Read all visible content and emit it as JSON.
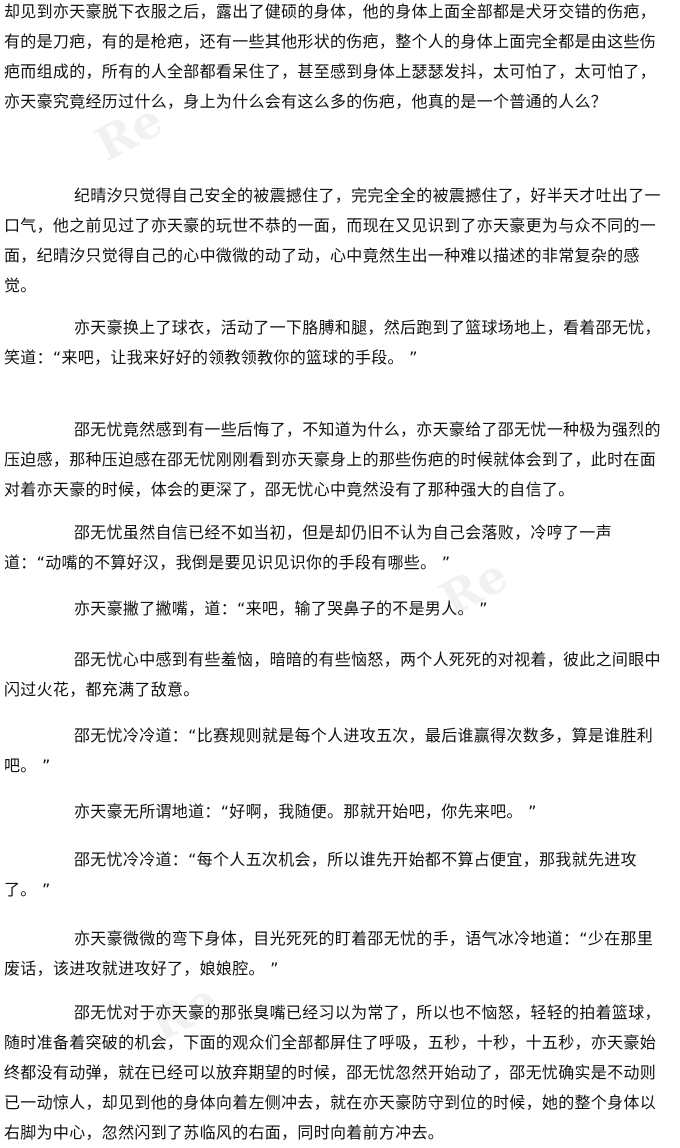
{
  "paragraphs": [
    "却见到亦天豪脱下衣服之后，露出了健硕的身体，他的身体上面全部都是犬牙交错的伤疤，有的是刀疤，有的是枪疤，还有一些其他形状的伤疤，整个人的身体上面完全都是由这些伤疤而组成的，所有的人全部都看呆住了，甚至感到身体上瑟瑟发抖，太可怕了，太可怕了，亦天豪究竟经历过什么，身上为什么会有这么多的伤疤，他真的是一个普通的人么？",
    "纪晴汐只觉得自己安全的被震撼住了，完完全全的被震撼住了，好半天才吐出了一口气，他之前见过了亦天豪的玩世不恭的一面，而现在又见识到了亦天豪更为与众不同的一面，纪晴汐只觉得自己的心中微微的动了动，心中竟然生出一种难以描述的非常复杂的感觉。",
    "亦天豪换上了球衣，活动了一下胳膊和腿，然后跑到了篮球场地上，看着邵无忧，笑道：“来吧，让我来好好的领教领教你的篮球的手段。 ”",
    "邵无忧竟然感到有一些后悔了，不知道为什么，亦天豪给了邵无忧一种极为强烈的压迫感，那种压迫感在邵无忧刚刚看到亦天豪身上的那些伤疤的时候就体会到了，此时在面对着亦天豪的时候，体会的更深了，邵无忧心中竟然没有了那种强大的自信了。",
    "邵无忧虽然自信已经不如当初，但是却仍旧不认为自己会落败，冷哼了一声道：“动嘴的不算好汉，我倒是要见识见识你的手段有哪些。 ”",
    "亦天豪撇了撇嘴，道：“来吧，输了哭鼻子的不是男人。 ”",
    "邵无忧心中感到有些羞恼，暗暗的有些恼怒，两个人死死的对视着，彼此之间眼中闪过火花，都充满了敌意。",
    "邵无忧冷冷道：“比赛规则就是每个人进攻五次，最后谁赢得次数多，算是谁胜利吧。 ”",
    "亦天豪无所谓地道：“好啊，我随便。那就开始吧，你先来吧。 ”",
    "邵无忧冷冷道：“每个人五次机会，所以谁先开始都不算占便宜，那我就先进攻了。 ”",
    "亦天豪微微的弯下身体，目光死死的盯着邵无忧的手，语气冰冷地道：“少在那里废话，该进攻就进攻好了，娘娘腔。 ”",
    "邵无忧对于亦天豪的那张臭嘴已经习以为常了，所以也不恼怒，轻轻的拍着篮球，随时准备着突破的机会，下面的观众们全部都屏住了呼吸，五秒，十秒，十五秒，亦天豪始终都没有动弹，就在已经可以放弃期望的时候，邵无忧忽然开始动了，邵无忧确实是不动则已一动惊人，却见到他的身体向着左侧冲去，就在亦天豪防守到位的时候，她的整个身体以右脚为中心，忽然闪到了苏临风的右面，同时向着前方冲去。"
  ]
}
